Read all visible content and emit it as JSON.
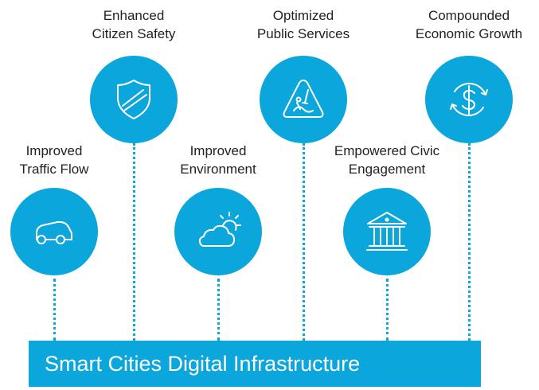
{
  "colors": {
    "accent": "#0aa6dc",
    "text": "#222222",
    "icon_stroke": "#ffffff"
  },
  "banner": {
    "title": "Smart Cities Digital Infrastructure"
  },
  "benefits": [
    {
      "label": "Improved\nTraffic Flow",
      "icon": "car-icon"
    },
    {
      "label": "Enhanced\nCitizen Safety",
      "icon": "shield-icon"
    },
    {
      "label": "Improved\nEnvironment",
      "icon": "cloud-sun-icon"
    },
    {
      "label": "Optimized\nPublic Services",
      "icon": "road-work-sign-icon"
    },
    {
      "label": "Empowered Civic\nEngagement",
      "icon": "government-building-icon"
    },
    {
      "label": "Compounded\nEconomic Growth",
      "icon": "dollar-cycle-icon"
    }
  ]
}
